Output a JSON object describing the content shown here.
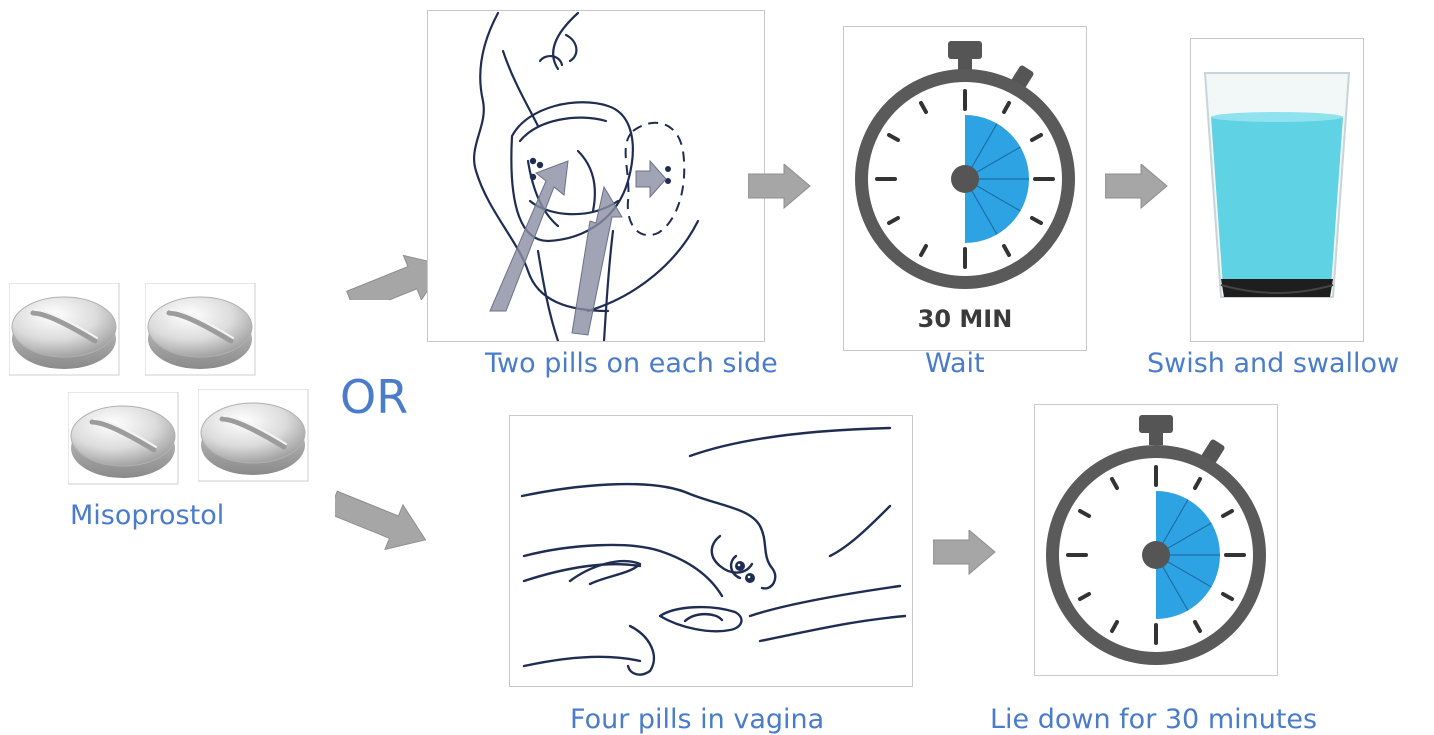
{
  "labels": {
    "misoprostol": "Misoprostol",
    "or": "OR",
    "buccal": "Two pills on each side",
    "wait": "Wait",
    "swish": "Swish and swallow",
    "vaginal": "Four pills in vagina",
    "lie_down": "Lie down for 30 minutes",
    "timer_text": "30 MIN"
  },
  "colors": {
    "label_blue": "#4a7cc9",
    "timer_fill": "#2ea3e3",
    "water": "#5fd3e3",
    "arrow_gray": "#a6a6a6"
  },
  "icons": [
    "pill-icon",
    "mouth-icon",
    "stopwatch-icon",
    "water-glass-icon",
    "hand-icon",
    "arrow-icon"
  ]
}
